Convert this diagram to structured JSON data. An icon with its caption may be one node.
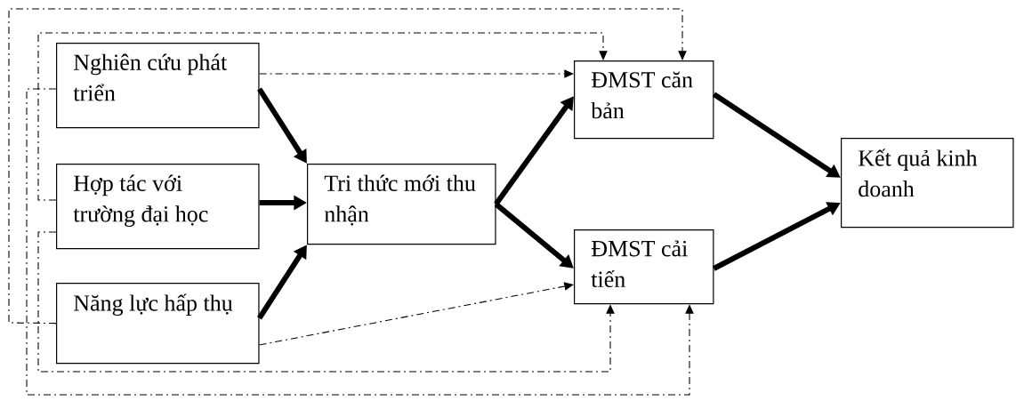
{
  "diagram": {
    "nodes": [
      {
        "text": [
          "Nghiên cứu phát triển"
        ]
      },
      {
        "text": [
          "Hợp tác với trường đại học"
        ]
      },
      {
        "text": [
          "Năng lực hấp thụ"
        ]
      },
      {
        "text": [
          "Tri thức mới thu nhận"
        ]
      },
      {
        "text": [
          "ĐMST căn bản"
        ]
      },
      {
        "text": [
          "ĐMST cải tiến"
        ]
      },
      {
        "text": [
          "Kết quả kinh doanh"
        ]
      }
    ],
    "edges": [
      {
        "from": 0,
        "to": 3,
        "arrow": "to"
      },
      {
        "from": 1,
        "to": 3,
        "arrow": "to"
      },
      {
        "from": 2,
        "to": 3,
        "arrow": "to"
      },
      {
        "from": 3,
        "to": 4,
        "arrow": "to"
      },
      {
        "from": 3,
        "to": 5,
        "arrow": "to"
      },
      {
        "from": 4,
        "to": 6,
        "arrow": "to"
      },
      {
        "from": 5,
        "to": 6,
        "arrow": "to"
      },
      {
        "from": 0,
        "to": 4,
        "arrow": "to",
        "style": "dashed"
      },
      {
        "from": 2,
        "to": 5,
        "arrow": "to",
        "style": "dashed"
      },
      {
        "from": 2,
        "to": 4,
        "arrow": "to",
        "style": "dashed"
      },
      {
        "from": 1,
        "to": 4,
        "arrow": "to",
        "style": "dashed"
      },
      {
        "from": 1,
        "to": 5,
        "arrow": "to",
        "style": "dashed"
      },
      {
        "from": 0,
        "to": 5,
        "arrow": "to",
        "style": "dashed"
      }
    ]
  }
}
